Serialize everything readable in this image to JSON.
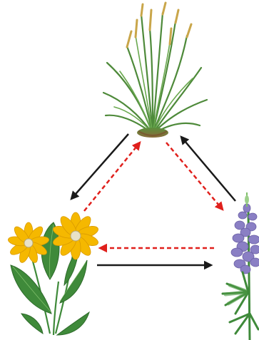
{
  "diagram": {
    "nodes": [
      {
        "id": "grass",
        "icon": "grass-clump-icon"
      },
      {
        "id": "arnica",
        "icon": "yellow-flower-plant-icon"
      },
      {
        "id": "lupine",
        "icon": "purple-lupine-plant-icon"
      }
    ],
    "edges": [
      {
        "from": "grass",
        "to": "arnica",
        "style": "solid",
        "color": "#1a1a1a"
      },
      {
        "from": "arnica",
        "to": "grass",
        "style": "dashed",
        "color": "#e0201c"
      },
      {
        "from": "grass",
        "to": "lupine",
        "style": "dashed",
        "color": "#e0201c"
      },
      {
        "from": "lupine",
        "to": "grass",
        "style": "solid",
        "color": "#1a1a1a"
      },
      {
        "from": "arnica",
        "to": "lupine",
        "style": "solid",
        "color": "#1a1a1a"
      },
      {
        "from": "lupine",
        "to": "arnica",
        "style": "dashed",
        "color": "#e0201c"
      }
    ],
    "colors": {
      "solid_arrow": "#1a1a1a",
      "dashed_arrow": "#e0201c",
      "foliage": "#3f8a3a",
      "flower_yellow": "#f5b800",
      "flower_purple": "#8a7fc4"
    }
  }
}
